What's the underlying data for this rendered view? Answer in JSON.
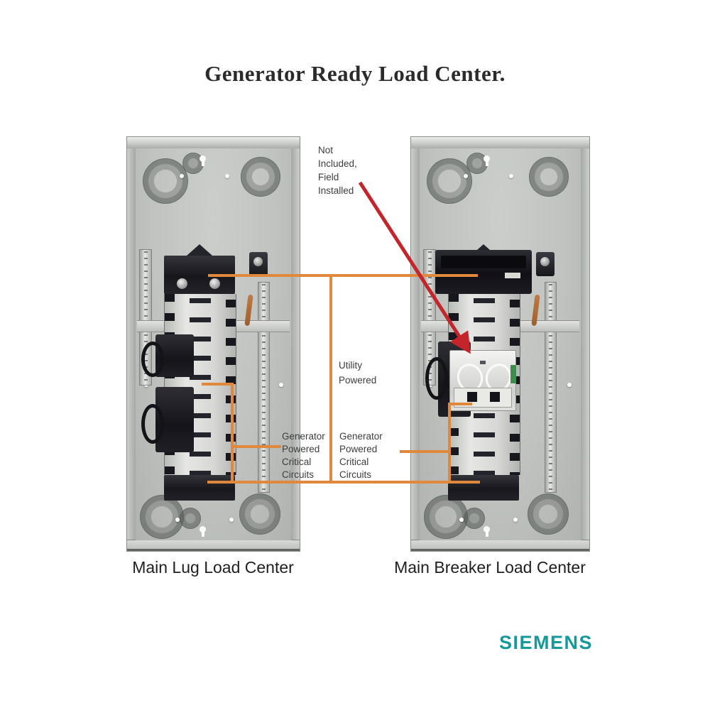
{
  "title": "Generator Ready Load Center.",
  "callouts": {
    "not_included": {
      "lines": [
        "Not",
        "Included,",
        "Field",
        "Installed"
      ]
    },
    "utility_powered": {
      "lines": [
        "Utility",
        "Powered"
      ]
    },
    "generator_left": {
      "lines": [
        "Generator",
        "Powered",
        "Critical",
        "Circuits"
      ]
    },
    "generator_right": {
      "lines": [
        "Generator",
        "Powered",
        "Critical",
        "Circuits"
      ]
    }
  },
  "captions": {
    "left_panel": "Main Lug Load Center",
    "right_panel": "Main Breaker Load Center"
  },
  "brand": {
    "wordmark": "SIEMENS"
  },
  "colors": {
    "callout_orange": "#e0893c",
    "arrow_red": "#c4252b",
    "brand_teal": "#149a9a",
    "interlock_green": "#3e8e4e"
  }
}
